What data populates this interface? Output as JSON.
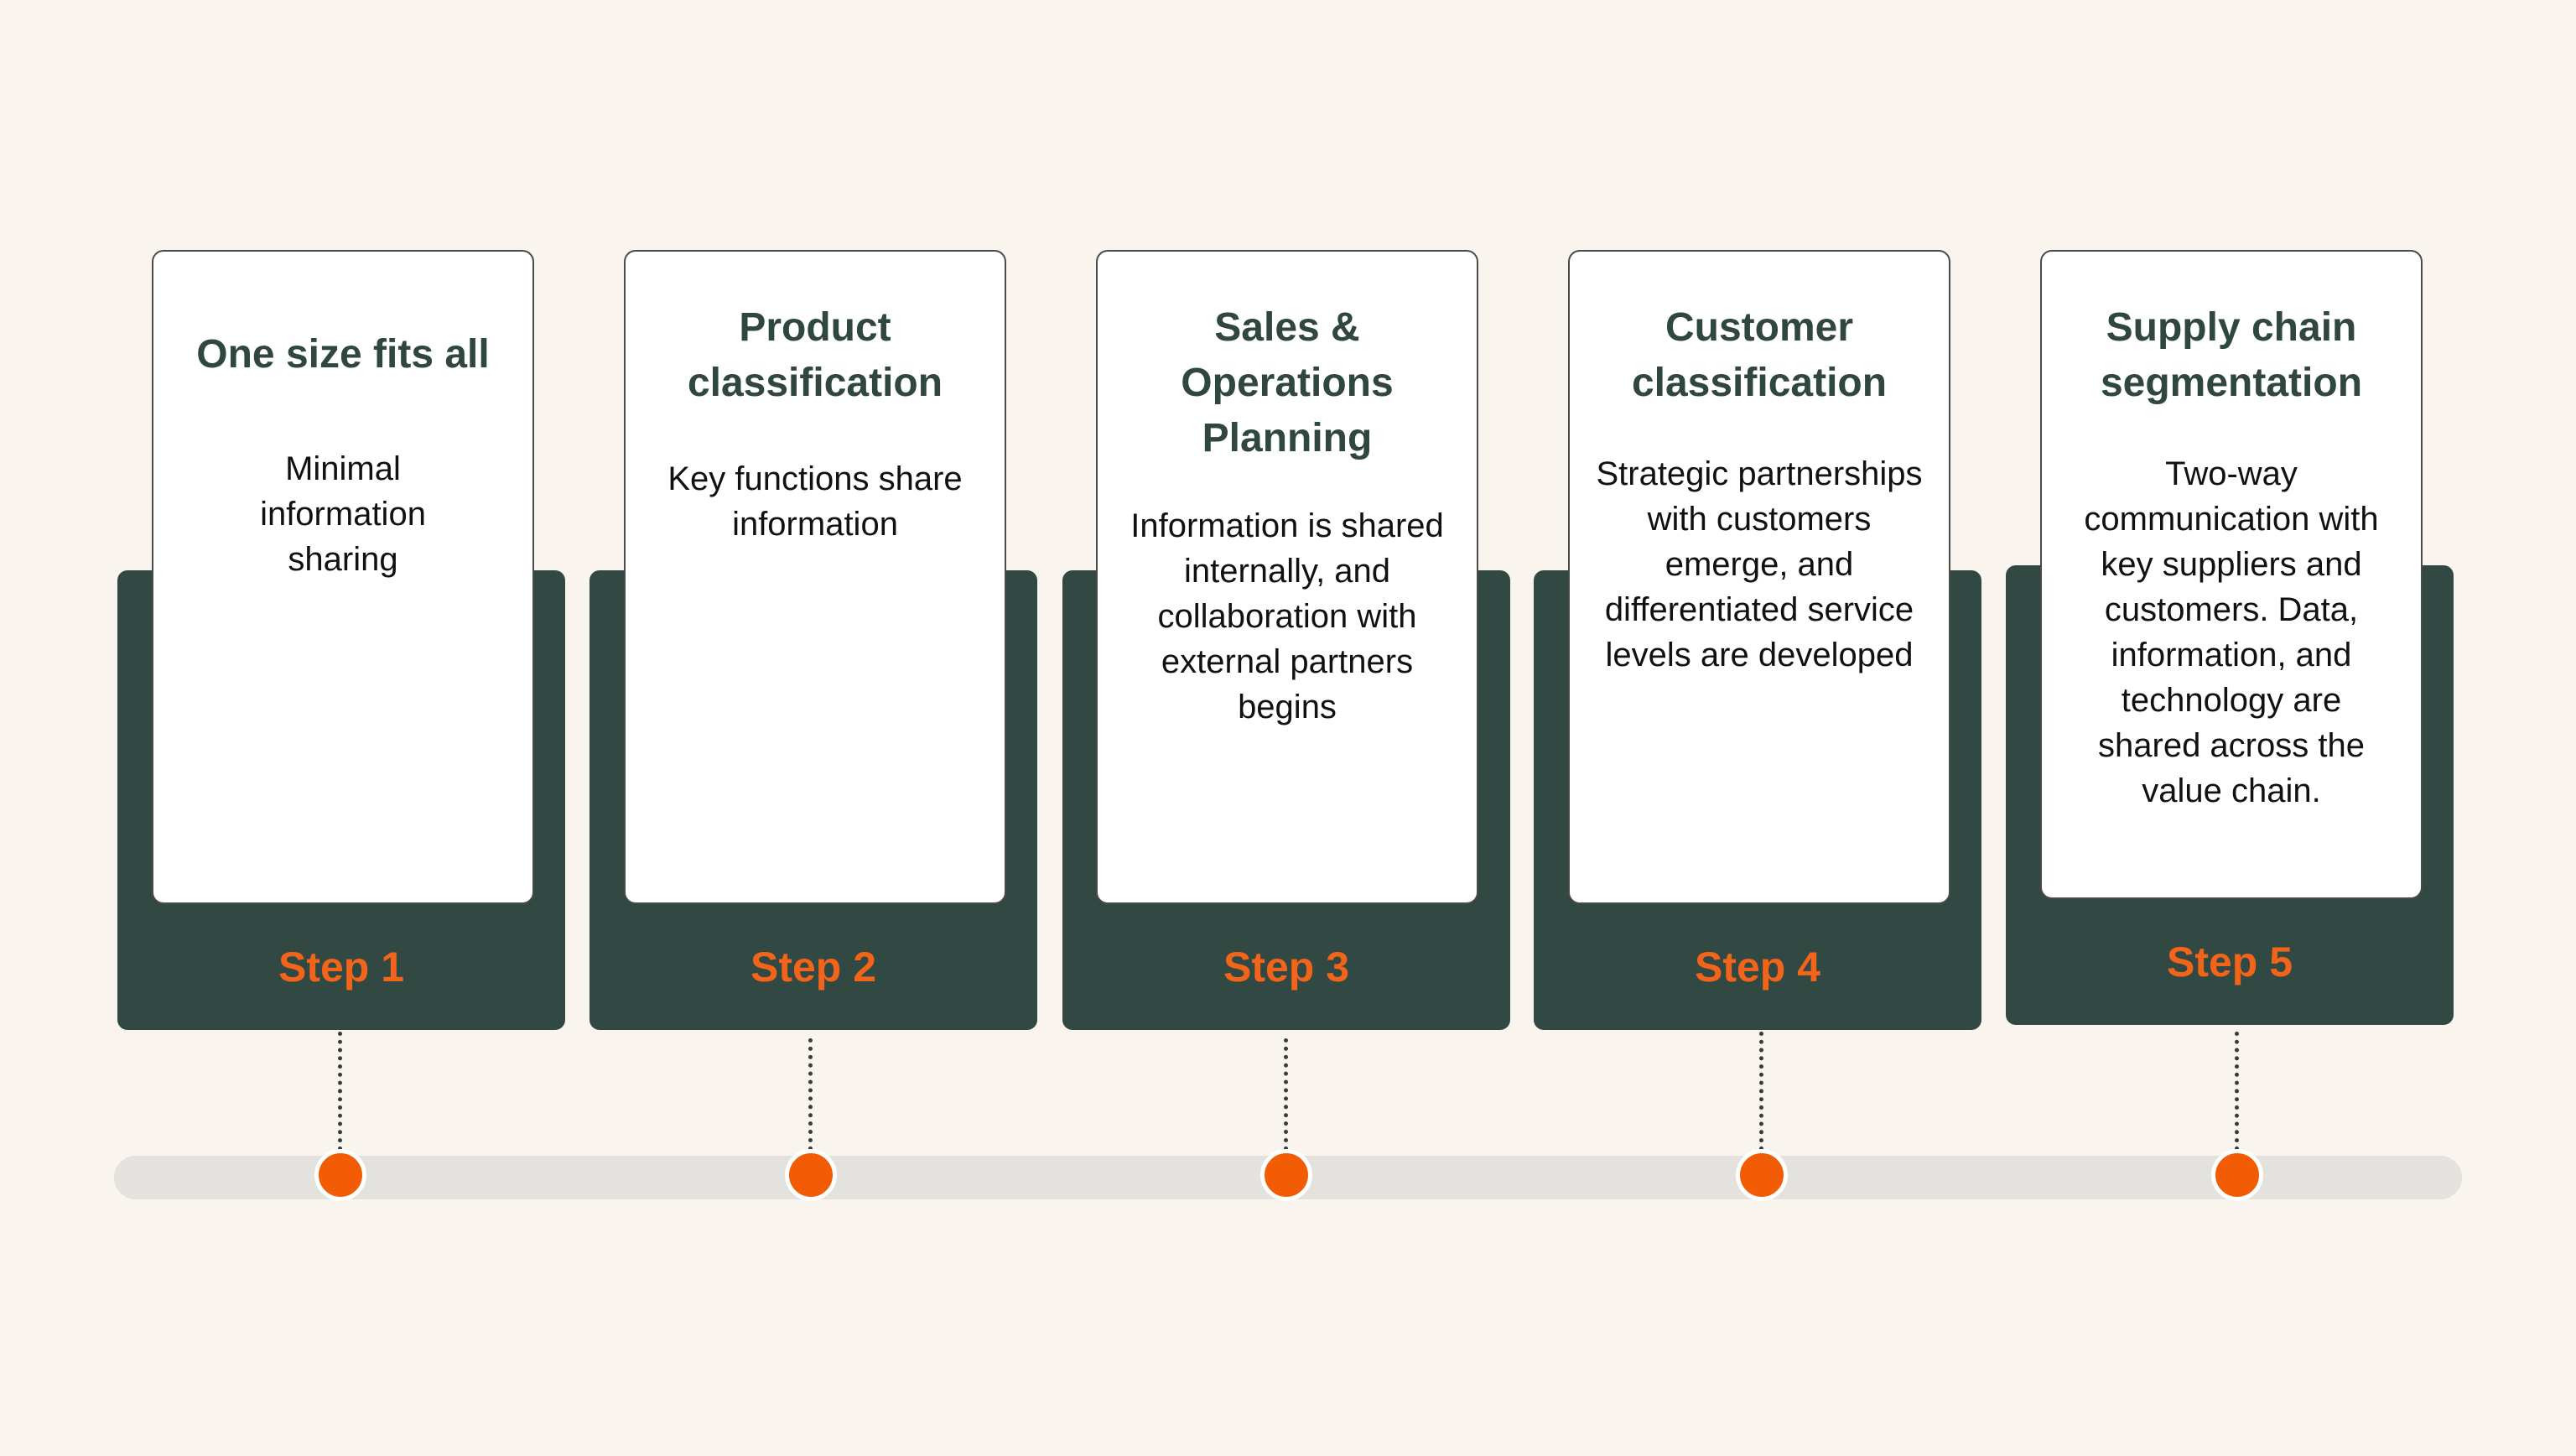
{
  "steps": [
    {
      "title": "One size fits all",
      "description": "Minimal information sharing",
      "label": "Step 1"
    },
    {
      "title": "Product classification",
      "description": "Key functions share information",
      "label": "Step 2"
    },
    {
      "title": "Sales & Operations Planning",
      "description": "Information is shared internally, and collaboration with external partners begins",
      "label": "Step 3"
    },
    {
      "title": "Customer classification",
      "description": "Strategic partnerships with customers emerge, and differentiated service levels are developed",
      "label": "Step 4"
    },
    {
      "title": "Supply chain segmentation",
      "description": "Two-way communication with key suppliers and customers. Data, information, and technology are shared across the value chain.",
      "label": "Step 5"
    }
  ],
  "colors": {
    "background": "#f9f5ee",
    "panel": "#324843",
    "accent": "#f26419",
    "title": "#2f4641",
    "track": "#e3e2df"
  }
}
